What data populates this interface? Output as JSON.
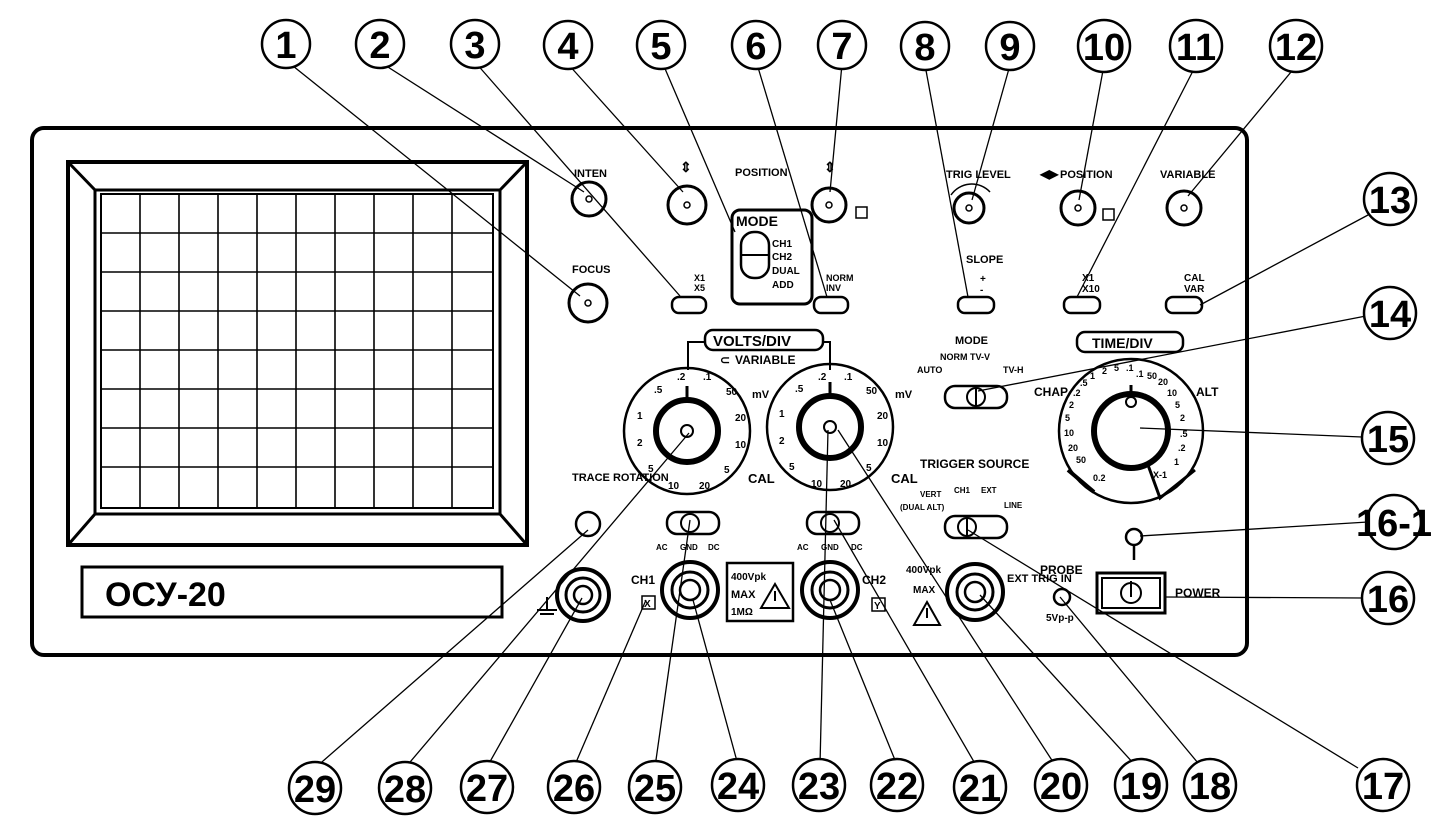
{
  "panel": {
    "model": "ОСУ-20",
    "labels": {
      "inten": "INTEN",
      "focus": "FOCUS",
      "position": "POSITION",
      "mode": "MODE",
      "mode_opt_ch1": "CH1",
      "mode_opt_ch2": "CH2",
      "mode_opt_dual": "DUAL",
      "mode_opt_add": "ADD",
      "x1_sw_a": "X1",
      "x1_sw_b": "X5",
      "norm_sw_a": "NORM",
      "norm_sw_b": "INV",
      "trig_level": "TRIG LEVEL",
      "h_position": "POSITION",
      "variable": "VARIABLE",
      "slope": "SLOPE",
      "slope_plus": "+",
      "slope_minus": "-",
      "x1_x10_a": "X1",
      "x1_x10_b": "X10",
      "cal_var_a": "CAL",
      "cal_var_b": "VAR",
      "volts_div": "VOLTS/DIV",
      "g_variable": "VARIABLE",
      "mv": "mV",
      "cal": "CAL",
      "trig_mode": "MODE",
      "trig_mode_opts": "NORM TV-V",
      "trig_mode_auto": "AUTO",
      "trig_mode_tvh": "TV-H",
      "time_div": "TIME/DIV",
      "chap": "CHAP",
      "alt": "ALT",
      "trigger_source": "TRIGGER SOURCE",
      "ts_vert": "VERT",
      "ts_dual_alt": "(DUAL ALT)",
      "ts_ch1": "CH1",
      "ts_ext": "EXT",
      "ts_line": "LINE",
      "trace_rotation": "TRACE ROTATION",
      "coupling_ac": "AC",
      "coupling_gnd": "GND",
      "coupling_dc": "DC",
      "ch1": "CH1",
      "ch2": "CH2",
      "x_box": "X",
      "y_box": "Y",
      "warn_v": "400Vpk",
      "warn_max": "MAX",
      "warn_imp": "1MΩ",
      "ext_trig": "EXT TRIG IN",
      "probe": "PROBE",
      "probe_v": "5Vp-p",
      "power": "POWER"
    },
    "volts_scale": [
      ".5",
      ".2",
      ".1",
      "50",
      "20",
      "10",
      "5",
      "20",
      "10",
      "5",
      "2",
      "1"
    ],
    "time_scale": [
      ".2",
      ".5",
      "1",
      "2",
      "5",
      ".1",
      ".1",
      "50",
      "20",
      "10",
      "5",
      "2",
      ".5",
      ".2",
      "1",
      "2",
      "5",
      "10",
      "20",
      "50",
      "X-1",
      "0.2"
    ]
  },
  "callouts": [
    "1",
    "2",
    "3",
    "4",
    "5",
    "6",
    "7",
    "8",
    "9",
    "10",
    "11",
    "12",
    "13",
    "14",
    "15",
    "16-1",
    "16",
    "17",
    "18",
    "19",
    "20",
    "21",
    "22",
    "23",
    "24",
    "25",
    "26",
    "27",
    "28",
    "29"
  ]
}
